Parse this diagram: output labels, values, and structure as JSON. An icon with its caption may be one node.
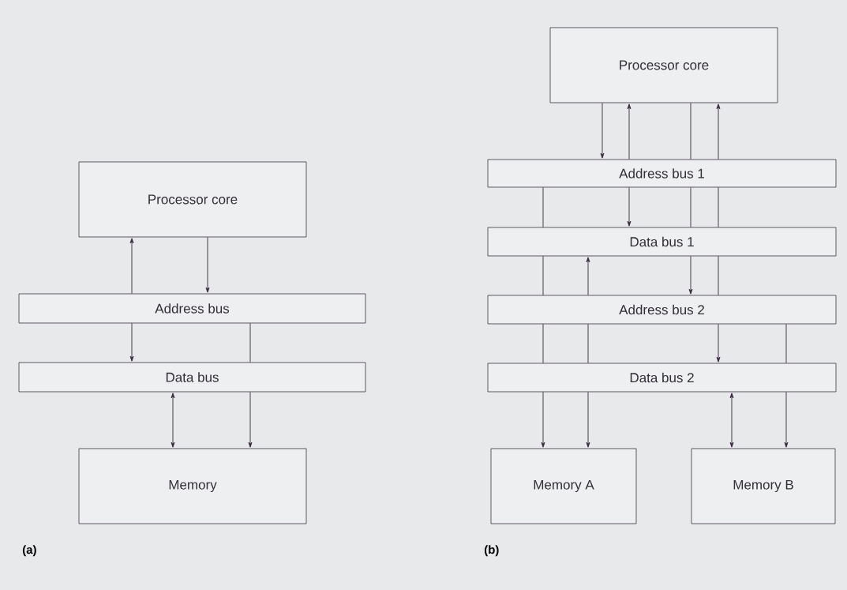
{
  "diagram": {
    "nodes": [
      {
        "text": [
          "Processor core"
        ]
      },
      {
        "text": [
          "Address bus"
        ]
      },
      {
        "text": [
          "Data bus"
        ]
      },
      {
        "text": [
          "Memory"
        ]
      },
      {
        "text": [
          "Processor core"
        ]
      },
      {
        "text": [
          "Address bus 1"
        ]
      },
      {
        "text": [
          "Data bus 1"
        ]
      },
      {
        "text": [
          "Address bus 2"
        ]
      },
      {
        "text": [
          "Data bus 2"
        ]
      },
      {
        "text": [
          "Memory A"
        ]
      },
      {
        "text": [
          "Memory B"
        ]
      }
    ],
    "edges": [
      {
        "from": 1,
        "to": 0,
        "arrow": "to"
      },
      {
        "from": 0,
        "to": 1,
        "arrow": "to"
      },
      {
        "from": 1,
        "to": 2,
        "arrow": "to"
      },
      {
        "from": 1,
        "to": 2,
        "arrow": "none"
      },
      {
        "from": 2,
        "to": 3,
        "arrow": "both"
      },
      {
        "from": 2,
        "to": 3,
        "arrow": "to"
      },
      {
        "from": 4,
        "to": 5,
        "arrow": "to"
      },
      {
        "from": 5,
        "to": 4,
        "arrow": "to"
      },
      {
        "from": 4,
        "to": 5,
        "arrow": "none"
      },
      {
        "from": 5,
        "to": 4,
        "arrow": "to"
      },
      {
        "from": 5,
        "to": 6,
        "arrow": "none"
      },
      {
        "from": 5,
        "to": 6,
        "arrow": "to"
      },
      {
        "from": 5,
        "to": 6,
        "arrow": "none"
      },
      {
        "from": 5,
        "to": 6,
        "arrow": "none"
      },
      {
        "from": 6,
        "to": 7,
        "arrow": "none"
      },
      {
        "from": 7,
        "to": 6,
        "arrow": "to"
      },
      {
        "from": 6,
        "to": 7,
        "arrow": "to"
      },
      {
        "from": 6,
        "to": 7,
        "arrow": "none"
      },
      {
        "from": 7,
        "to": 8,
        "arrow": "none"
      },
      {
        "from": 7,
        "to": 8,
        "arrow": "none"
      },
      {
        "from": 7,
        "to": 8,
        "arrow": "to"
      },
      {
        "from": 7,
        "to": 8,
        "arrow": "none"
      },
      {
        "from": 8,
        "to": 9,
        "arrow": "to"
      },
      {
        "from": 8,
        "to": 9,
        "arrow": "to"
      },
      {
        "from": 8,
        "to": 10,
        "arrow": "both"
      },
      {
        "from": 8,
        "to": 10,
        "arrow": "to"
      }
    ],
    "labels": [
      "(a)",
      "(b)"
    ]
  }
}
